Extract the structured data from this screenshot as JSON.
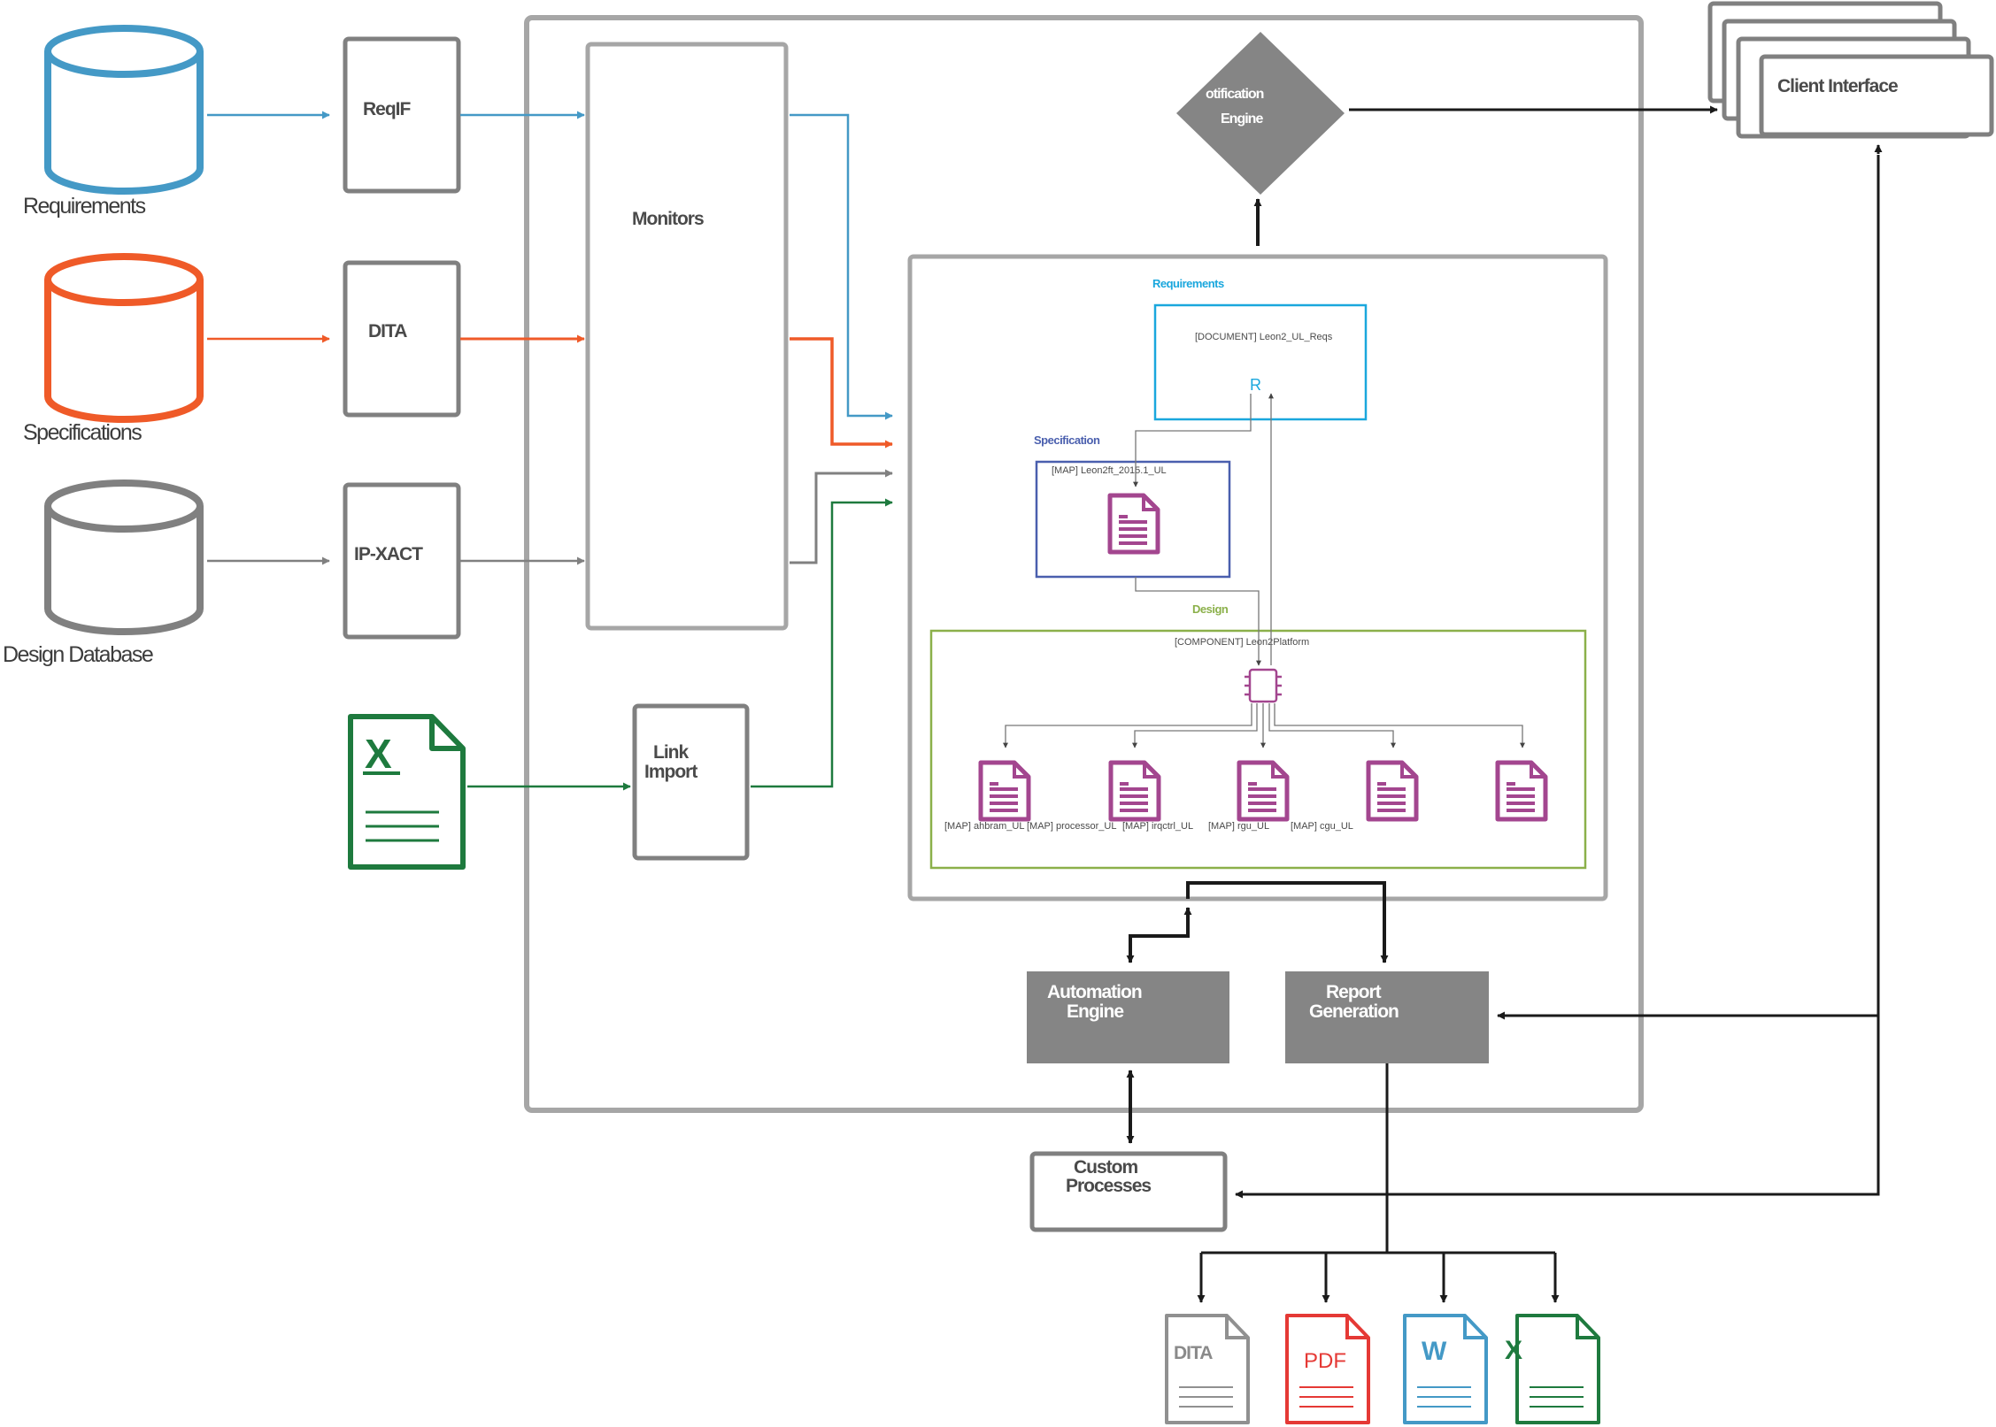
{
  "sources": {
    "requirements_label": "Requirements",
    "specifications_label": "Specifications",
    "design_database_label": "Design Database"
  },
  "formats": {
    "reqif_label": "ReqIF",
    "dita_label": "DITA",
    "ipxact_label": "IP-XACT",
    "excel_glyph": "X"
  },
  "components": {
    "monitors_label": "Monitors",
    "link_import_line1": "Link",
    "link_import_line2": "Import",
    "notification_line1": "otification",
    "notification_line2": "Engine",
    "client_interface_label": "Client Interface",
    "automation_line1": "Automation",
    "automation_line2": "Engine",
    "report_line1": "Report",
    "report_line2": "Generation",
    "custom_line1": "Custom",
    "custom_line2": "Processes"
  },
  "model": {
    "requirements_group": "Requirements",
    "requirements_doc": "[DOCUMENT]  Leon2_UL_Reqs",
    "requirements_marker": "R",
    "specification_group": "Specification",
    "specification_map": "[MAP]  Leon2ft_2015.1_UL",
    "design_group": "Design",
    "design_component": "[COMPONENT]  Leon2Platform",
    "maps": [
      "[MAP] ahbram_UL",
      "[MAP] processor_UL",
      "[MAP] irqctrl_UL",
      "[MAP] rgu_UL",
      "[MAP] cgu_UL"
    ]
  },
  "outputs": {
    "dita_label": "DITA",
    "pdf_label": "PDF",
    "word_label": "W",
    "excel_label": "X"
  },
  "colors": {
    "requirements": "#4499c6",
    "specifications": "#ef5a28",
    "design": "#808080",
    "excel": "#1e7a3e",
    "box_gray": "#808080",
    "node_fill": "#858585",
    "arrow": "#1a1a1a",
    "model_doc": "#a3468f",
    "req_box": "#1aa7dd",
    "spec_box": "#4a5fae",
    "design_box": "#8bb04a",
    "pdf": "#e53935",
    "word": "#4499c6"
  }
}
